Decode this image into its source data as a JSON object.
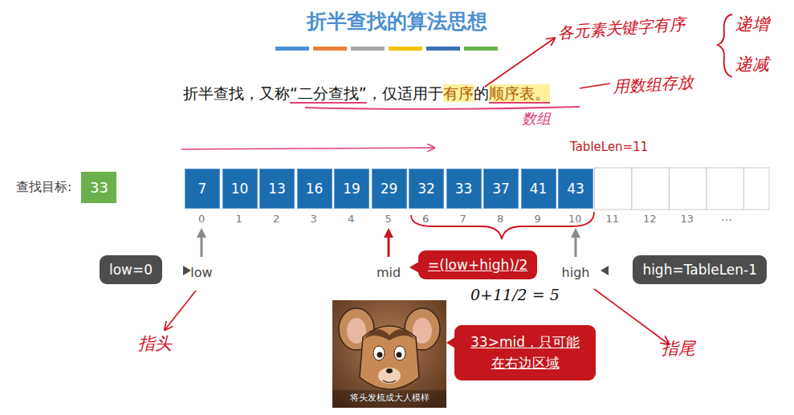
{
  "diagram": {
    "title": "折半查找的算法思想",
    "nodes": [
      {
        "text": [
          "查找目标:",
          "33"
        ]
      },
      {
        "text": [
          "7"
        ]
      },
      {
        "text": [
          "10"
        ]
      },
      {
        "text": [
          "13"
        ]
      },
      {
        "text": [
          "16"
        ]
      },
      {
        "text": [
          "19"
        ]
      },
      {
        "text": [
          "29"
        ]
      },
      {
        "text": [
          "32"
        ]
      },
      {
        "text": [
          "33"
        ]
      },
      {
        "text": [
          "37"
        ]
      },
      {
        "text": [
          "41"
        ]
      },
      {
        "text": [
          "43"
        ]
      },
      {
        "text": [
          "low=0"
        ]
      },
      {
        "text": [
          "=(low+high)/2"
        ]
      },
      {
        "text": [
          "high=TableLen-1"
        ]
      },
      {
        "text": [
          "33>mid，只可能 在右边区域"
        ]
      }
    ],
    "labels": [
      "折半查找，又称“二分查找”，仅适用于有序的顺序表。",
      "TableLen=11",
      "0",
      "1",
      "2",
      "3",
      "4",
      "5",
      "6",
      "7",
      "8",
      "9",
      "10",
      "11",
      "12",
      "13",
      "…",
      "low",
      "mid",
      "high",
      "各元素关键字有序",
      "递增",
      "递减",
      "用数组存放",
      "数组",
      "0+11/2 = 5",
      "指头",
      "指尾",
      "将头发梳成大人模样"
    ]
  }
}
